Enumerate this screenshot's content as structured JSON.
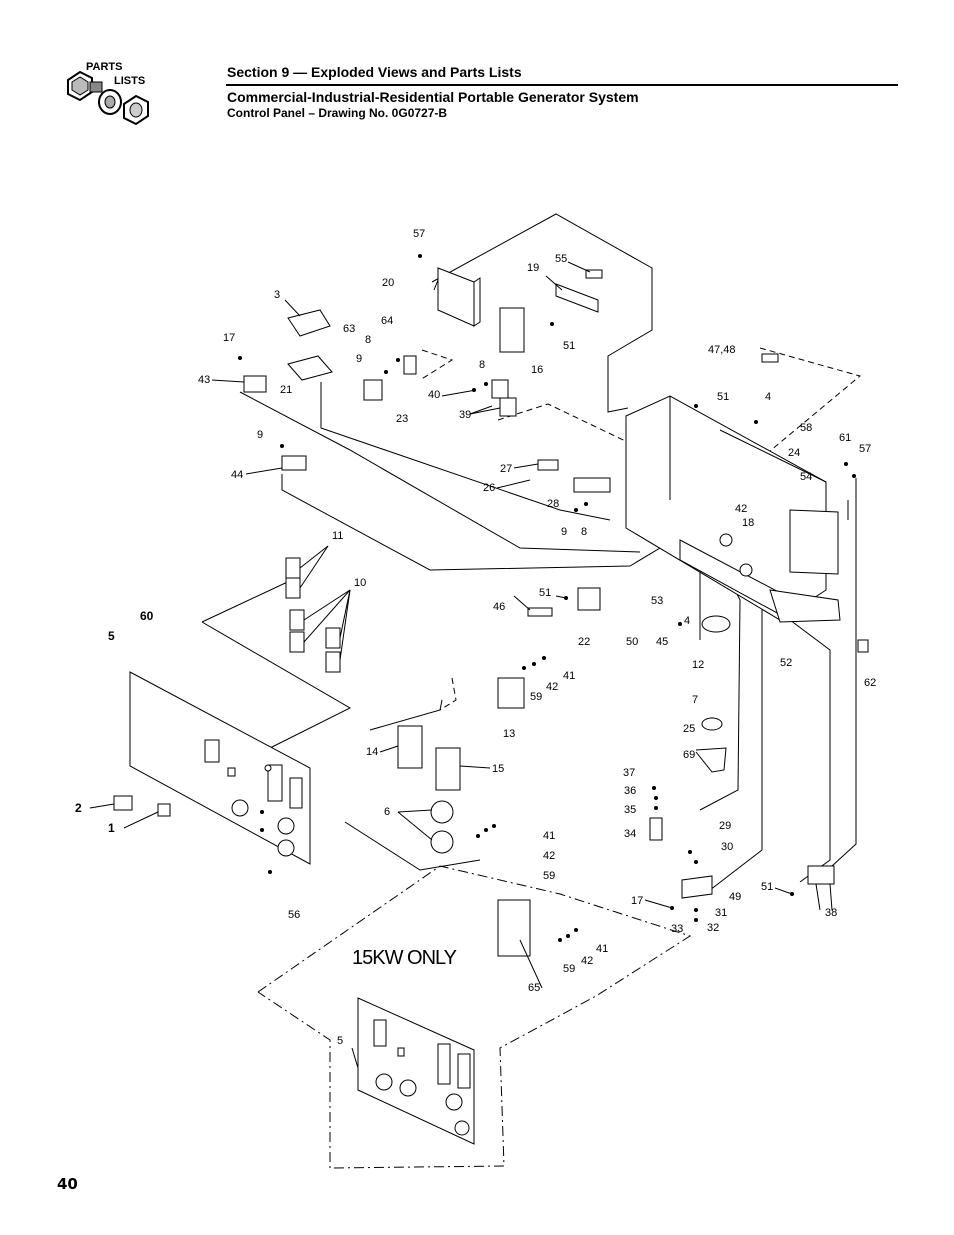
{
  "header": {
    "logo_text_1": "PARTS",
    "logo_text_2": "LISTS",
    "section_title": "Section 9 — Exploded Views and Parts Lists",
    "system_title": "Commercial-Industrial-Residential Portable Generator System",
    "drawing_title": "Control Panel – Drawing No. 0G0727-B"
  },
  "diagram": {
    "note": "15KW ONLY",
    "callouts": {
      "c57a": "57",
      "c55": "55",
      "c19": "19",
      "c20": "20",
      "c3": "3",
      "c63": "63",
      "c64": "64",
      "c17a": "17",
      "c8a": "8",
      "c9a": "9",
      "c51a": "51",
      "c16": "16",
      "c4748": "47,48",
      "c43": "43",
      "c21": "21",
      "c8b": "8",
      "c40": "40",
      "c23": "23",
      "c39": "39",
      "c51b": "51",
      "c4a": "4",
      "c58": "58",
      "c9b": "9",
      "c61": "61",
      "c57b": "57",
      "c24": "24",
      "c54": "54",
      "c44": "44",
      "c27": "27",
      "c26": "26",
      "c28": "28",
      "c9c": "9",
      "c8c": "8",
      "c18": "18",
      "c42a": "42",
      "c11": "11",
      "c10": "10",
      "c51c": "51",
      "c46": "46",
      "c53": "53",
      "c4b": "4",
      "c22": "22",
      "c50": "50",
      "c45": "45",
      "c12": "12",
      "c52": "52",
      "c60": "60",
      "c5a": "5",
      "c62": "62",
      "c41a": "41",
      "c42b": "42",
      "c59a": "59",
      "c7": "7",
      "c13": "13",
      "c25": "25",
      "c69": "69",
      "c14": "14",
      "c15": "15",
      "c37": "37",
      "c36": "36",
      "c35": "35",
      "c34": "34",
      "c2": "2",
      "c1": "1",
      "c6": "6",
      "c41b": "41",
      "c42c": "42",
      "c59b": "59",
      "c29": "29",
      "c30": "30",
      "c56": "56",
      "c51d": "51",
      "c17b": "17",
      "c49": "49",
      "c31": "31",
      "c33": "33",
      "c32": "32",
      "c38": "38",
      "c41c": "41",
      "c42d": "42",
      "c59c": "59",
      "c65": "65",
      "c5b": "5"
    }
  },
  "footer": {
    "page_number": "40"
  }
}
